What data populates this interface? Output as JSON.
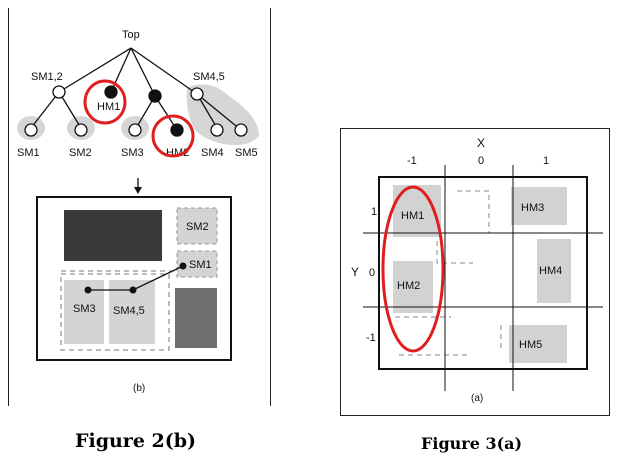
{
  "figure_left": {
    "caption": "Figure 2(b)",
    "sublabel": "(b)",
    "tree": {
      "root": "Top",
      "sm12": "SM1,2",
      "sm45": "SM4,5",
      "hm1": "HM1",
      "leaves": {
        "sm1": "SM1",
        "sm2": "SM2",
        "sm3": "SM3",
        "hm2": "HM2",
        "sm4": "SM4",
        "sm5": "SM5"
      }
    },
    "layout": {
      "sm2": "SM2",
      "sm1": "SM1",
      "sm3": "SM3",
      "sm45": "SM4,5"
    }
  },
  "figure_right": {
    "caption": "Figure 3(a)",
    "sublabel": "(a)",
    "axis_x": {
      "label": "X",
      "ticks": [
        "-1",
        "0",
        "1"
      ]
    },
    "axis_y": {
      "label": "Y",
      "ticks": [
        "1",
        "0",
        "-1"
      ]
    },
    "cells": {
      "hm1": "HM1",
      "hm2": "HM2",
      "hm3": "HM3",
      "hm4": "HM4",
      "hm5": "HM5"
    }
  },
  "colors": {
    "highlight": "#e01e1e",
    "gray_block": "#d4d4d4",
    "dark_block": "#3a3a3a",
    "mid_block": "#707070"
  }
}
